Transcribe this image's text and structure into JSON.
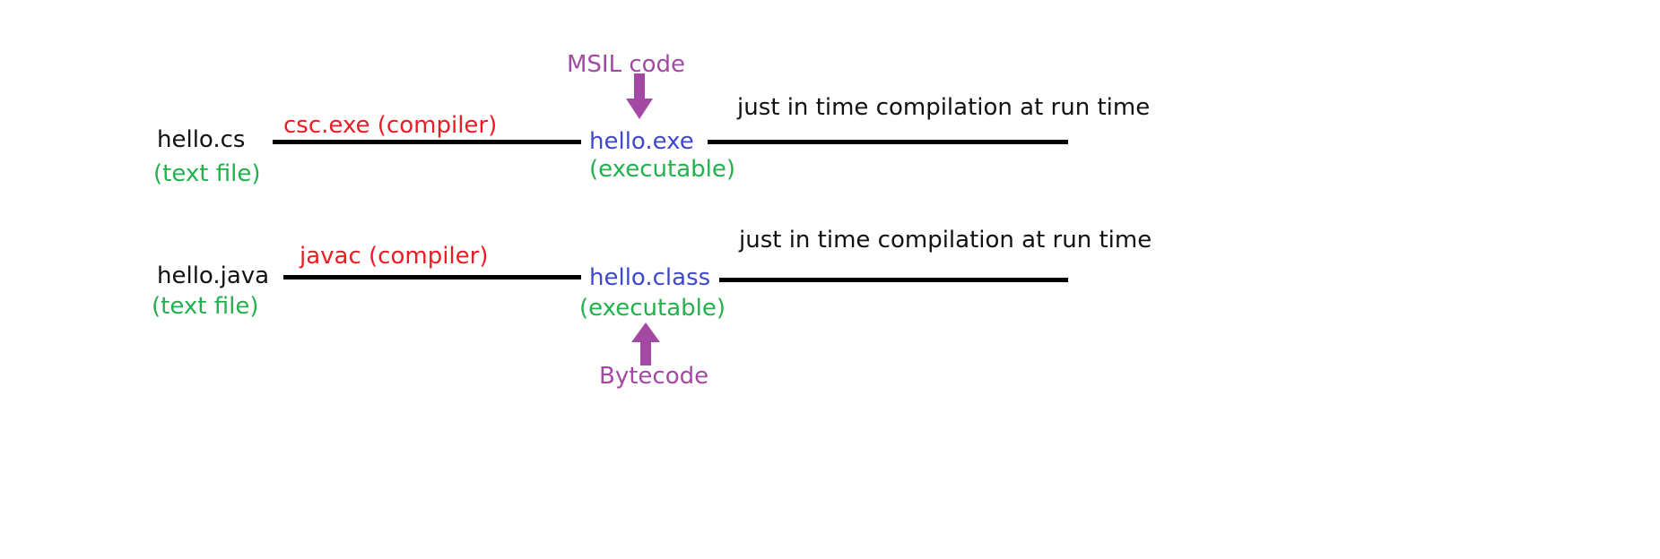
{
  "rows": [
    {
      "source_file": "hello.cs",
      "source_type": "(text file)",
      "compiler": "csc.exe (compiler)",
      "output_file": "hello.exe",
      "output_type": "(executable)",
      "runtime_label": "just in time compilation at run time",
      "intermediate_label": "MSIL code"
    },
    {
      "source_file": "hello.java",
      "source_type": "(text file)",
      "compiler": "javac (compiler)",
      "output_file": "hello.class",
      "output_type": "(executable)",
      "runtime_label": "just in time compilation at run time",
      "intermediate_label": "Bytecode"
    }
  ],
  "colors": {
    "filename": "#111111",
    "compiler": "#ec1c24",
    "type": "#22b14c",
    "output": "#3f48cc",
    "intermediate": "#a349a4",
    "line": "#000000"
  },
  "icons": [
    "arrow-down-icon",
    "arrow-up-icon"
  ]
}
